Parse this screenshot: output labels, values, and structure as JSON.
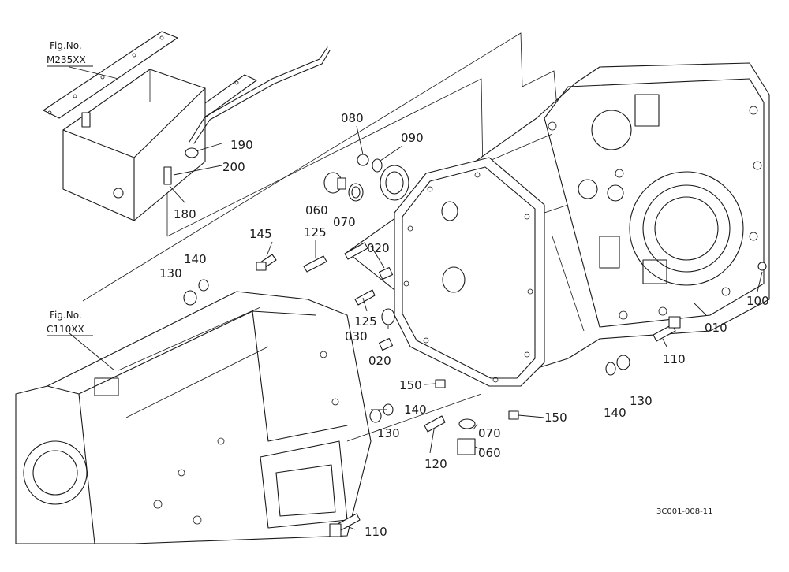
{
  "figure_refs": [
    {
      "line1": "Fig.No.",
      "line2": "M235XX"
    },
    {
      "line1": "Fig.No.",
      "line2": "C110XX"
    }
  ],
  "callouts": [
    "080",
    "090",
    "060",
    "070",
    "190",
    "200",
    "180",
    "145",
    "125",
    "140",
    "130",
    "020",
    "125",
    "030",
    "020",
    "100",
    "010",
    "110",
    "150",
    "140",
    "130",
    "140",
    "130",
    "150",
    "070",
    "060",
    "120",
    "110"
  ],
  "diagram_code": "3C001-008-11"
}
